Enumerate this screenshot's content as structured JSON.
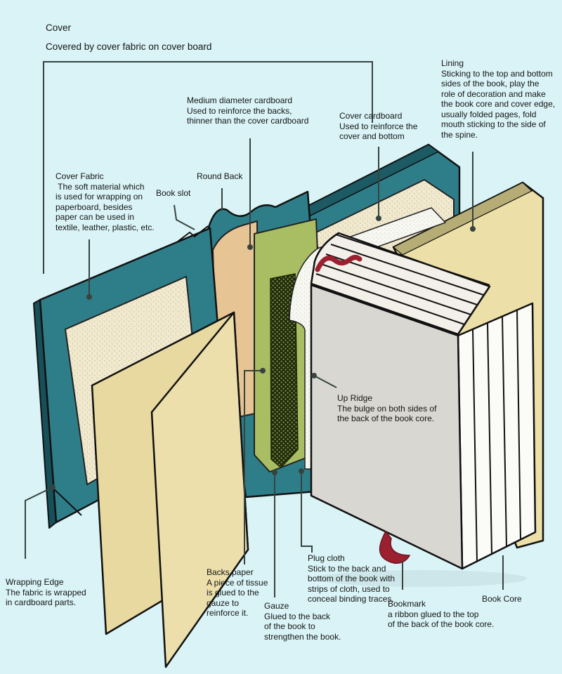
{
  "header": {
    "title": "Cover",
    "subtitle": "Covered by cover fabric on cover board"
  },
  "labels": {
    "cover_fabric": "Cover Fabric\n The soft material which\nis used for wrapping on\npaperboard, besides\npaper can be used in\ntextile, leather, plastic, etc.",
    "book_slot": "Book slot",
    "round_back": "Round Back",
    "medium_cardboard": "Medium diameter cardboard\nUsed to reinforce the backs,\nthinner than the cover cardboard",
    "cover_cardboard": "Cover cardboard\nUsed to reinforce the\ncover and bottom",
    "lining": "Lining\nSticking to the top and bottom\nsides of the book, play the\nrole of decoration and make\nthe book core and cover edge,\nusually folded pages, fold\nmouth sticking to the side of\nthe spine.",
    "up_ridge": "Up Ridge\nThe bulge on both sides of\nthe back of the book core.",
    "wrapping_edge": "Wrapping Edge\nThe fabric is wrapped\nin cardboard parts.",
    "backs_paper": "Backs paper\nA piece of tissue\nis glued to the\ngauze to\nreinforce it.",
    "gauze": "Gauze\nGlued to the back\nof the book to\nstrengthen the book.",
    "plug_cloth": "Plug cloth\nStick to the back and\nbottom of the book with\nstrips of cloth, used to\nconceal binding traces.",
    "bookmark": "Bookmark\na ribbon glued to the top\nof the back of the book core.",
    "book_core": "Book Core"
  },
  "palette": {
    "bg": "#d9f3f6",
    "teal": "#2e7e8a",
    "teal_dark": "#175058",
    "teal_edge": "#1c5a64",
    "cream": "#f1ead1",
    "cream_dot": "#d6ca9f",
    "khaki_sheet": "#e7d9a0",
    "khaki_sheet_light": "#ecdfac",
    "lining": "#ece0a8",
    "lining_band": "#b5ad75",
    "green": "#a9bd62",
    "tan": "#e6c493",
    "gauze_bg": "#1e2a0a",
    "gauze_dot": "#8a9a50",
    "white_cloth": "#f8f8f3",
    "white_cloth_dot": "#d7d7cc",
    "gray_face": "#d8d7d2",
    "page_white": "#fbfbf8",
    "ridge_face": "#f2f0e9",
    "red": "#9b2030",
    "red_dark": "#6e1522",
    "line": "#37433f",
    "ink": "#151515"
  }
}
